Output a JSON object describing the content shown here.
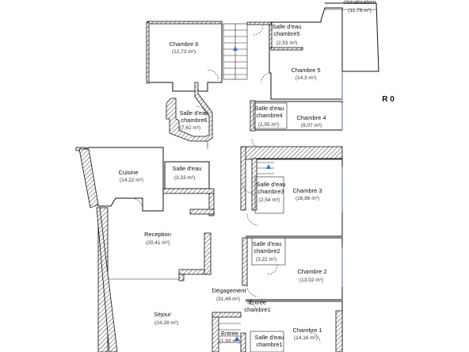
{
  "plan": {
    "level_label": "R 0",
    "rooms": [
      {
        "id": "climatisation",
        "name": "climatisation",
        "area": "(11,79 m²)"
      },
      {
        "id": "chambre6",
        "name": "Chambre 6",
        "area": "(12,73 m²)"
      },
      {
        "id": "sde5",
        "name": "Salle d'eau chambre5",
        "area": "(2,53 m²)"
      },
      {
        "id": "chambre5",
        "name": "Chambre 5",
        "area": "(14,3 m²)"
      },
      {
        "id": "sde6",
        "name": "Salle d'eau chambre6",
        "area": "(7,62 m²)"
      },
      {
        "id": "sde4",
        "name": "Salle d'eau chambre4",
        "area": "(2,55 m²)"
      },
      {
        "id": "chambre4",
        "name": "Chambre 4",
        "area": "(9,07 m²)"
      },
      {
        "id": "cuisine",
        "name": "Cuisine",
        "area": "(14,22 m²)"
      },
      {
        "id": "sde",
        "name": "Salle d'eau",
        "area": "(3,33 m²)"
      },
      {
        "id": "sde3",
        "name": "Salle d'eau chambre3",
        "area": "(2,54 m²)"
      },
      {
        "id": "chambre3",
        "name": "Chambre 3",
        "area": "(16,86 m²)"
      },
      {
        "id": "reception",
        "name": "Reception",
        "area": "(20,41 m²)"
      },
      {
        "id": "sde2",
        "name": "Salle d'eau chambre2",
        "area": "(3,22 m²)"
      },
      {
        "id": "chambre2",
        "name": "Chambre 2",
        "area": "(13,02 m²)"
      },
      {
        "id": "degagement",
        "name": "Dégagement",
        "area": "(31,49 m²)"
      },
      {
        "id": "entree_ch1",
        "name": "Entrée chambre1",
        "area": ""
      },
      {
        "id": "sejour",
        "name": "Séjour",
        "area": "(24,28 m²)"
      },
      {
        "id": "chambre1",
        "name": "Chambre 1",
        "area": "(14,16 m²)"
      },
      {
        "id": "entree",
        "name": "Entrée",
        "area": "(1,93 m²)"
      },
      {
        "id": "sde1",
        "name": "Salle d'eau chambre1",
        "area": ""
      }
    ]
  }
}
